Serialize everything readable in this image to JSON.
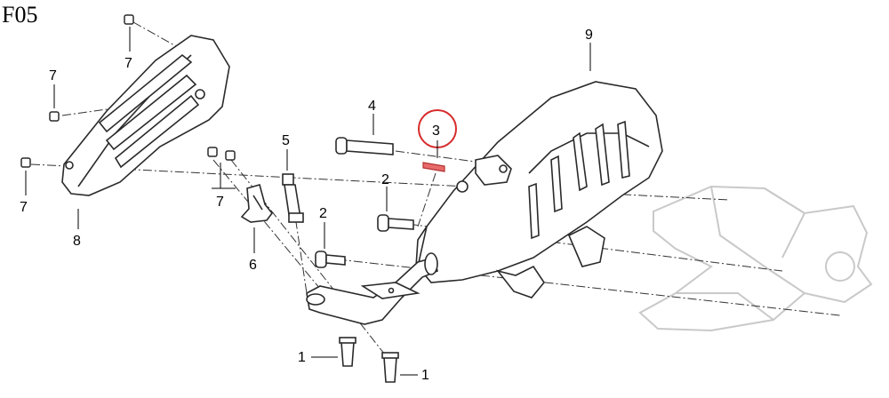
{
  "figure_label": "F05",
  "callouts": {
    "c1a": "1",
    "c1b": "1",
    "c2a": "2",
    "c2b": "2",
    "c3": "3",
    "c4": "4",
    "c6": "6",
    "c5": "5",
    "c7a": "7",
    "c7b": "7",
    "c7c": "7",
    "c7d": "7",
    "c8": "8",
    "c9": "9"
  },
  "colors": {
    "line": "#2a2a2a",
    "ghost": "#c9c9c9",
    "highlight_circle": "#d62b2b",
    "highlight_part": "#e86a6a"
  },
  "highlighted_callout": "3"
}
